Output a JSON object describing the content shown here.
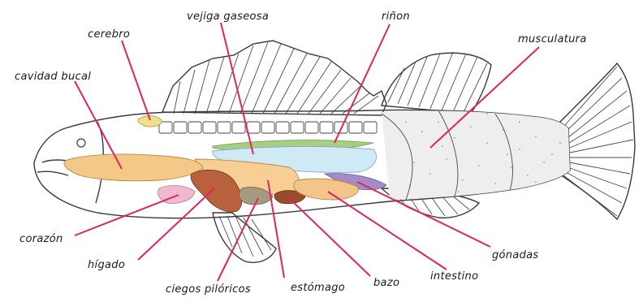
{
  "labels": {
    "cerebro": "cerebro",
    "vejiga_gaseosa": "vejiga gaseosa",
    "rinon": "riñon",
    "musculatura": "musculatura",
    "cavidad_bucal": "cavidad bucal",
    "corazon": "corazón",
    "higado": "hígado",
    "ciegos_piloricos": "ciegos pilóricos",
    "estomago": "estómago",
    "bazo": "bazo",
    "intestino": "intestino",
    "gonadas": "gónadas"
  },
  "colors": {
    "leader_line": "#e0245e",
    "cavidad_bucal": "#f4c987",
    "corazon": "#f2b8d0",
    "higado": "#b9603c",
    "estomago": "#f7cf95",
    "ciegos_piloricos": "#a59a80",
    "bazo": "#9c4a2e",
    "intestino": "#f4c58a",
    "vejiga_gaseosa": "#cfeaf5",
    "rinon": "#a6cf80",
    "gonadas": "#a58cc8",
    "cerebro": "#efe08a"
  }
}
